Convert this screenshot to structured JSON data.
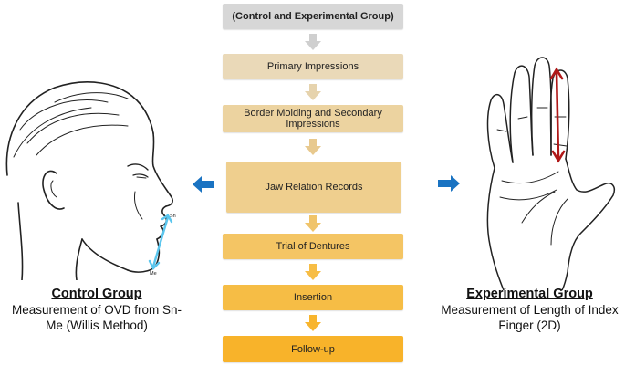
{
  "colors": {
    "arrow_blue": "#1a73c2",
    "measure_light_blue": "#5bc6ee",
    "measure_red": "#b01818",
    "step_gray": "#d7d7d7"
  },
  "flow_steps": [
    {
      "label": "(Control and Experimental Group)",
      "color": "#d7d7d7",
      "arrow_color": "#cfcfcf"
    },
    {
      "label": "Primary Impressions",
      "color": "#ead9b8",
      "arrow_color": "#e6d3ad"
    },
    {
      "label": "Border Molding and Secondary Impressions",
      "color": "#ecd3a0",
      "arrow_color": "#e8c98e"
    },
    {
      "label": "Jaw Relation Records",
      "color": "#efcf8e",
      "arrow_color": "#f0c46a"
    },
    {
      "label": "Trial of Dentures",
      "color": "#f4c564",
      "arrow_color": "#f7bd45"
    },
    {
      "label": "Insertion",
      "color": "#f6bd45",
      "arrow_color": "#f8b52e"
    },
    {
      "label": "Follow-up",
      "color": "#f8b32a"
    }
  ],
  "left_panel": {
    "icon": "face-profile-illustration",
    "landmark_top": "Sn",
    "landmark_bottom": "Me",
    "heading": "Control Group",
    "line1": "Measurement of OVD from Sn-",
    "line2": "Me (Willis Method)"
  },
  "right_panel": {
    "icon": "hand-illustration",
    "heading": "Experimental Group",
    "line1": "Measurement of Length of Index",
    "line2": "Finger (2D)"
  }
}
